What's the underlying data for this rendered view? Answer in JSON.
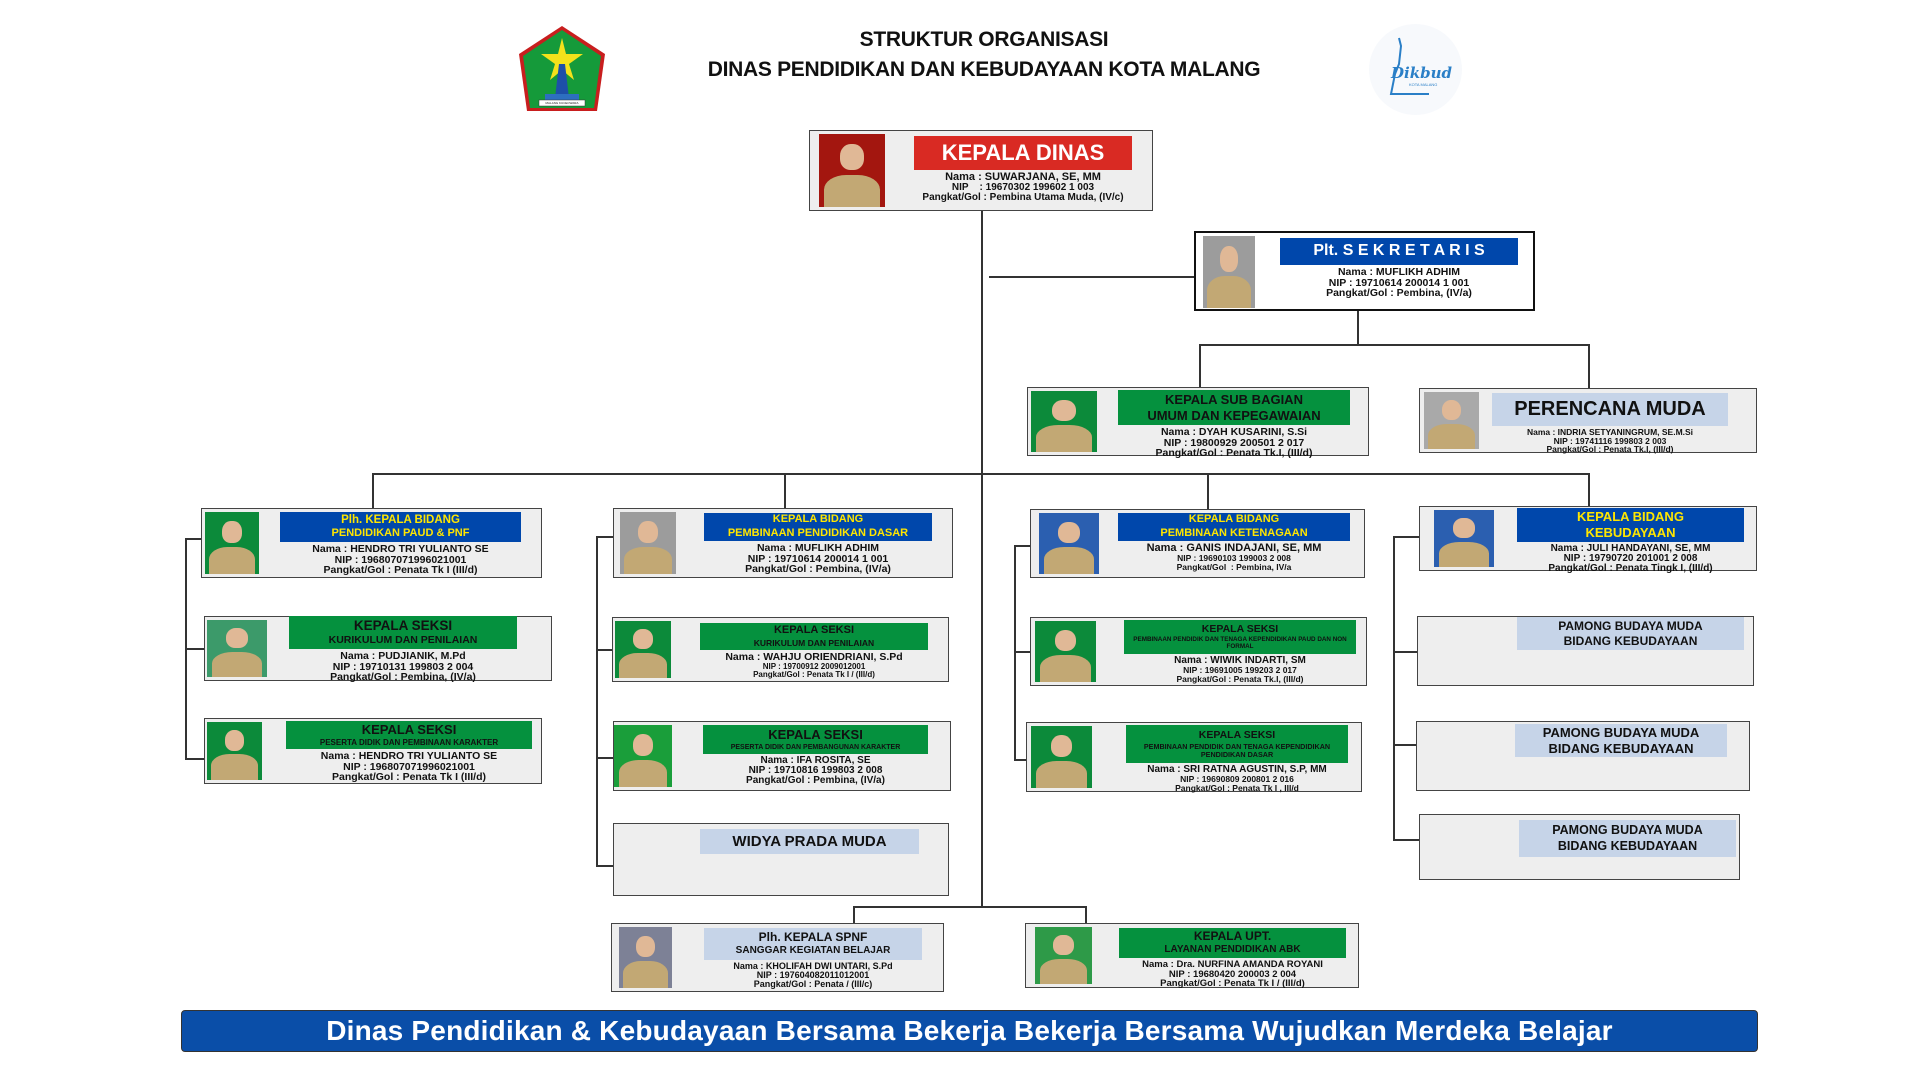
{
  "header": {
    "title_line1": "STRUKTUR ORGANISASI",
    "title_line2": "DINAS PENDIDIKAN DAN KEBUDAYAAN KOTA MALANG",
    "crest_text": "MALANG KUCECWARA",
    "logo_text": "Dikbud",
    "logo_subtext": "KOTA MALANG"
  },
  "colors": {
    "red": "#d92a23",
    "blue": "#0047ab",
    "green": "#05913e",
    "light_blue": "#c6d4e8",
    "yellow": "#ffe600",
    "footer": "#0a4ea8"
  },
  "units": [
    {
      "id": "kadis",
      "style": "red",
      "title": "KEPALA DINAS",
      "nama": "Nama : SUWARJANA, SE, MM",
      "nip": "NIP    : 19670302 199602 1 003",
      "pangkat": "Pangkat/Gol : Pembina Utama Muda, (IV/c)",
      "photo_bg": "#a3160f"
    },
    {
      "id": "sekretaris",
      "style": "blue-white",
      "title": "Plt. S E K R E T A R I S",
      "nama": "Nama : MUFLIKH ADHIM",
      "nip": "NIP : 19710614 200014 1 001",
      "pangkat": "Pangkat/Gol : Pembina, (IV/a)",
      "photo_bg": "#9c9c9c"
    },
    {
      "id": "kasubag",
      "style": "green",
      "title": "KEPALA SUB BAGIAN",
      "subtitle": "UMUM DAN KEPEGAWAIAN",
      "nama": "Nama : DYAH KUSARINI, S.Si",
      "nip": "NIP : 19800929 200501 2 017",
      "pangkat": "Pangkat/Gol : Penata Tk.I, (III/d)",
      "photo_bg": "#0c8a3a"
    },
    {
      "id": "perencana",
      "style": "light",
      "title": "PERENCANA MUDA",
      "nama": "Nama : INDRIA SETYANINGRUM, SE.M.Si",
      "nip": "NIP : 19741116 199803 2 003",
      "pangkat": "Pangkat/Gol : Penata Tk.I, (III/d)",
      "photo_bg": "#a9a9a9"
    },
    {
      "id": "kabid_paud",
      "style": "blue",
      "title": "Plh. KEPALA BIDANG",
      "subtitle": "PENDIDIKAN PAUD & PNF",
      "nama": "Nama : HENDRO TRI YULIANTO SE",
      "nip": "NIP : 196807071996021001",
      "pangkat": "Pangkat/Gol : Penata Tk I (III/d)",
      "photo_bg": "#0c8a3a"
    },
    {
      "id": "kasi_kur_paud",
      "style": "green",
      "title": "KEPALA SEKSI",
      "subtitle": "KURIKULUM DAN PENILAIAN",
      "nama": "Nama : PUDJIANIK, M.Pd",
      "nip": "NIP : 19710131 199803 2 004",
      "pangkat": "Pangkat/Gol : Pembina, (IV/a)",
      "photo_bg": "#3c9a6a"
    },
    {
      "id": "kasi_pes_paud",
      "style": "green",
      "title": "KEPALA SEKSI",
      "subtitle": "PESERTA DIDIK DAN PEMBINAAN KARAKTER",
      "nama": "Nama : HENDRO TRI YULIANTO SE",
      "nip": "NIP : 196807071996021001",
      "pangkat": "Pangkat/Gol : Penata Tk I (III/d)",
      "photo_bg": "#0c8a3a"
    },
    {
      "id": "kabid_dikdas",
      "style": "blue",
      "title": "KEPALA BIDANG",
      "subtitle": "PEMBINAAN PENDIDIKAN DASAR",
      "nama": "Nama : MUFLIKH ADHIM",
      "nip": "NIP : 19710614 200014 1 001",
      "pangkat": "Pangkat/Gol : Pembina, (IV/a)",
      "photo_bg": "#9c9c9c"
    },
    {
      "id": "kasi_kur_dikdas",
      "style": "green",
      "title": "KEPALA SEKSI",
      "subtitle": "KURIKULUM DAN PENILAIAN",
      "nama": "Nama : WAHJU ORIENDRIANI, S.Pd",
      "nip": "NIP : 19700912 2009012001",
      "pangkat": "Pangkat/Gol : Penata Tk I / (III/d)",
      "photo_bg": "#0c8a3a"
    },
    {
      "id": "kasi_pes_dikdas",
      "style": "green",
      "title": "KEPALA SEKSI",
      "subtitle": "PESERTA DIDIK DAN PEMBANGUNAN KARAKTER",
      "nama": "Nama : IFA ROSITA, SE",
      "nip": "NIP : 19710816 199803 2 008",
      "pangkat": "Pangkat/Gol : Pembina, (IV/a)",
      "photo_bg": "#1a9e3a"
    },
    {
      "id": "widya",
      "style": "light",
      "title": "WIDYA PRADA MUDA"
    },
    {
      "id": "kabid_ket",
      "style": "blue",
      "title": "KEPALA BIDANG",
      "subtitle": "PEMBINAAN KETENAGAAN",
      "nama": "Nama : GANIS INDAJANI, SE, MM",
      "nip": "NIP : 19690103 199003 2 008",
      "pangkat": "Pangkat/Gol  : Pembina, IV/a",
      "photo_bg": "#2b5fb0"
    },
    {
      "id": "kasi_ket_paud",
      "style": "green",
      "title": "KEPALA SEKSI",
      "subtitle": "PEMBINAAN PENDIDIK DAN TENAGA KEPENDIDIKAN PAUD DAN NON FORMAL",
      "nama": "Nama : WIWIK INDARTI, SM",
      "nip": "NIP : 19691005 199203 2 017",
      "pangkat": "Pangkat/Gol : Penata Tk.I, (III/d)",
      "photo_bg": "#0c8a3a"
    },
    {
      "id": "kasi_ket_dikdas",
      "style": "green",
      "title": "KEPALA SEKSI",
      "subtitle": "PEMBINAAN PENDIDIK DAN TENAGA KEPENDIDIKAN PENDIDIKAN DASAR",
      "nama": "Nama : SRI RATNA AGUSTIN, S.P, MM",
      "nip": "NIP : 19690809 200801 2 016",
      "pangkat": "Pangkat/Gol : Penata Tk I , III/d",
      "photo_bg": "#0c8a3a"
    },
    {
      "id": "kabid_bud",
      "style": "blue",
      "title": "KEPALA BIDANG",
      "subtitle": "KEBUDAYAAN",
      "nama": "Nama : JULI HANDAYANI, SE, MM",
      "nip": "NIP : 19790720 201001 2 008",
      "pangkat": "Pangkat/Gol : Penata Tingk I, (III/d)",
      "photo_bg": "#2b5fb0"
    },
    {
      "id": "pamong1",
      "style": "light",
      "title": "PAMONG BUDAYA MUDA",
      "subtitle": "BIDANG KEBUDAYAAN"
    },
    {
      "id": "pamong2",
      "style": "light",
      "title": "PAMONG BUDAYA MUDA",
      "subtitle": "BIDANG KEBUDAYAAN"
    },
    {
      "id": "pamong3",
      "style": "light",
      "title": "PAMONG BUDAYA MUDA",
      "subtitle": "BIDANG KEBUDAYAAN"
    },
    {
      "id": "spnf",
      "style": "light",
      "title": "Plh. KEPALA SPNF",
      "subtitle": "SANGGAR KEGIATAN BELAJAR",
      "nama": "Nama : KHOLIFAH DWI UNTARI, S.Pd",
      "nip": "NIP : 197604082011012001",
      "pangkat": "Pangkat/Gol : Penata / (III/c)",
      "photo_bg": "#7d8196"
    },
    {
      "id": "upt",
      "style": "green",
      "title": "KEPALA UPT.",
      "subtitle": "LAYANAN PENDIDIKAN ABK",
      "nama": "Nama : Dra. NURFINA AMANDA ROYANI",
      "nip": "NIP : 19680420 200003 2 004",
      "pangkat": "Pangkat/Gol : Penata Tk I / (III/d)",
      "photo_bg": "#2e9a48"
    }
  ],
  "footer": {
    "slogan": "Dinas  Pendidikan & Kebudayaan Bersama Bekerja Bekerja Bersama Wujudkan Merdeka Belajar"
  }
}
